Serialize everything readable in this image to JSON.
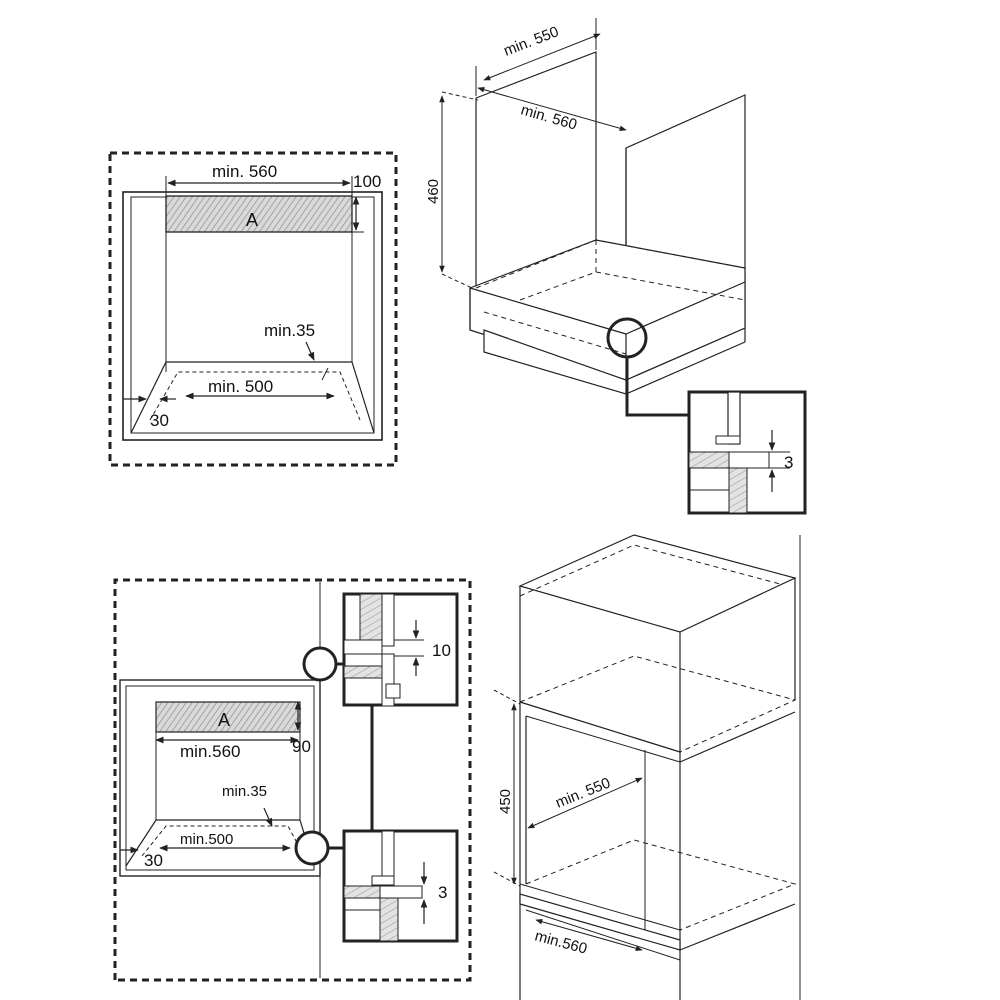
{
  "colors": {
    "line": "#222222",
    "dashed": "#333333",
    "hatch": "#9a9a9a",
    "background": "#ffffff"
  },
  "top_left": {
    "dim_width": "min. 560",
    "dim_top": "100",
    "zone_label": "A",
    "dim_gap": "min.35",
    "dim_floor": "min. 500",
    "dim_side": "30"
  },
  "top_right": {
    "dim_depth": "min. 550",
    "dim_width": "min. 560",
    "dim_height": "460",
    "detail_dim": "3"
  },
  "bottom_left": {
    "zone_label": "A",
    "dim_width": "min.560",
    "dim_top": "90",
    "dim_gap": "min.35",
    "dim_floor": "min.500",
    "dim_side": "30",
    "detail_top_dim": "10",
    "detail_bottom_dim": "3"
  },
  "bottom_right": {
    "dim_height": "450",
    "dim_depth": "min. 550",
    "dim_width": "min.560"
  }
}
